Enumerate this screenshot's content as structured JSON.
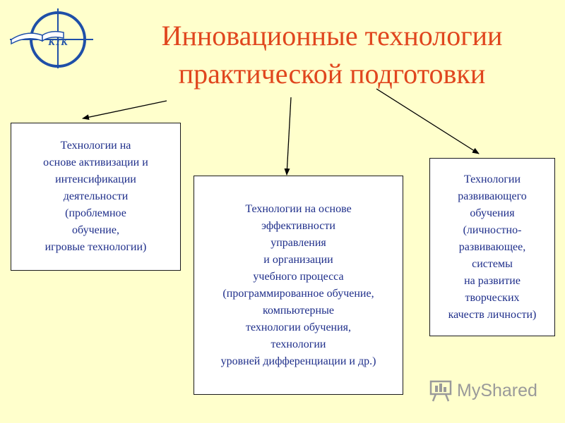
{
  "logo": {
    "text": "КТК"
  },
  "title": {
    "line1": "Инновационные технологии",
    "line2": "практической подготовки"
  },
  "boxes": {
    "left": {
      "lines": [
        "Технологии на",
        "основе активизации и",
        "интенсификации",
        "деятельности",
        "(проблемное",
        "обучение,",
        "игровые технологии)"
      ]
    },
    "center": {
      "lines": [
        "Технологии на основе",
        "эффективности",
        "управления",
        "и организации",
        "учебного процесса",
        "(программированное обучение,",
        "компьютерные",
        "технологии обучения,",
        "технологии",
        "уровней дифференциации и др.)"
      ]
    },
    "right": {
      "lines": [
        "Технологии",
        "развивающего",
        "обучения",
        "(личностно-",
        "развивающее,",
        "системы",
        "на развитие",
        "творческих",
        "качеств личности)"
      ]
    }
  },
  "watermark": {
    "text": "MyShared"
  },
  "colors": {
    "background": "#FFFFCC",
    "title": "#E0461E",
    "box_text": "#1E2E8A",
    "logo": "#1E4FA8"
  }
}
